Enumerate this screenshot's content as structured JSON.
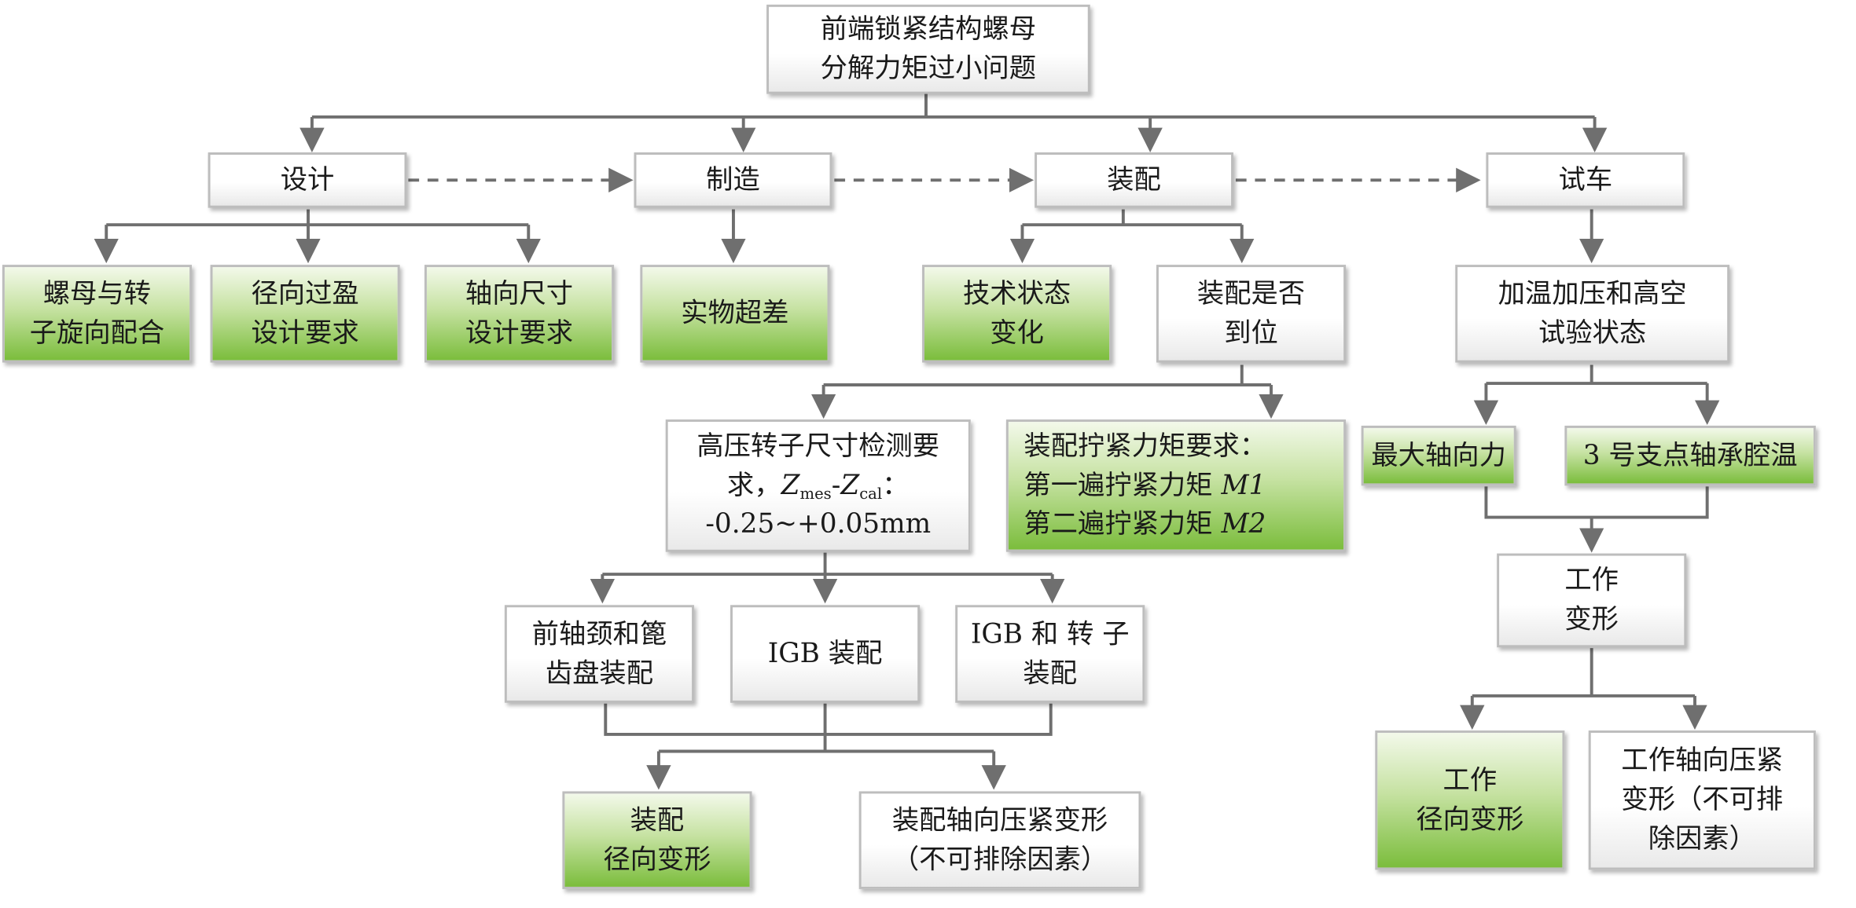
{
  "root": {
    "line1": "前端锁紧结构螺母",
    "line2": "分解力矩过小问题"
  },
  "level1": {
    "design": "设计",
    "manufacture": "制造",
    "assembly": "装配",
    "test_run": "试车"
  },
  "design_children": [
    {
      "line1": "螺母与转",
      "line2": "子旋向配合"
    },
    {
      "line1": "径向过盈",
      "line2": "设计要求"
    },
    {
      "line1": "轴向尺寸",
      "line2": "设计要求"
    }
  ],
  "manufacture_child": "实物超差",
  "assembly_children": {
    "tech_state": {
      "line1": "技术状态",
      "line2": "变化"
    },
    "in_place": {
      "line1": "装配是否",
      "line2": "到位"
    }
  },
  "hp_rotor": {
    "line1": "高压转子尺寸检测要",
    "line2_prefix": "求，",
    "z1": "Z",
    "z1_sub": "mes",
    "dash": "-",
    "z2": "Z",
    "z2_sub": "cal",
    "line2_suffix": "：",
    "line3": "-0.25~+0.05mm"
  },
  "torque_req": {
    "line1": "装配拧紧力矩要求：",
    "line2_text": "第一遍拧紧力矩 ",
    "line2_var": "M1",
    "line3_text": "第二遍拧紧力矩 ",
    "line3_var": "M2"
  },
  "assembly_parts": [
    {
      "line1": "前轴颈和篦",
      "line2": "齿盘装配"
    },
    {
      "line1": "IGB 装配"
    },
    {
      "line1": "IGB 和 转 子",
      "line2": "装配"
    }
  ],
  "assembly_results": {
    "radial": {
      "line1": "装配",
      "line2": "径向变形"
    },
    "axial": {
      "line1": "装配轴向压紧变形",
      "line2": "（不可排除因素）"
    }
  },
  "test_children": {
    "condition": {
      "line1": "加温加压和高空",
      "line2": "试验状态"
    },
    "max_axial": "最大轴向力",
    "bearing_temp": "3 号支点轴承腔温"
  },
  "work_deform": {
    "line1": "工作",
    "line2": "变形"
  },
  "work_results": {
    "radial": {
      "line1": "工作",
      "line2": "径向变形"
    },
    "axial": {
      "line1": "工作轴向压紧",
      "line2": "变形（不可排",
      "line3": "除因素）"
    }
  },
  "colors": {
    "arrow": "#6f6f6f",
    "box_border": "#bdbdbd",
    "green_dark": "#7bbd3c",
    "green_light": "#f3f9ea"
  }
}
